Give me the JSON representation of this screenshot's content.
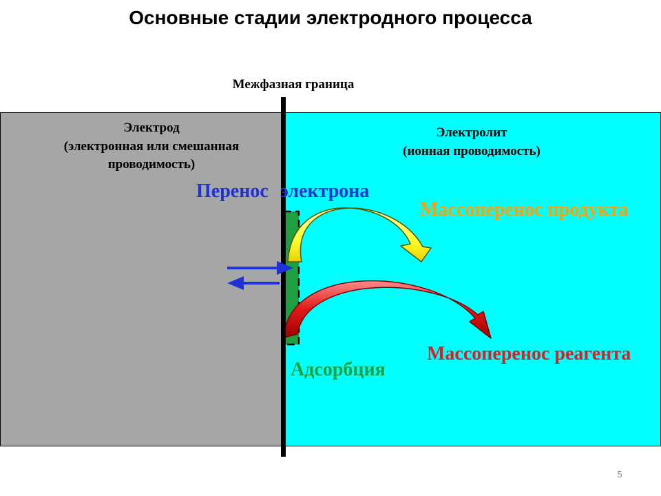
{
  "title": "Основные стадии электродного процесса",
  "interface_label": "Межфазная граница",
  "electrode": {
    "line1": "Электрод",
    "line2": "(электронная или смешанная",
    "line3": "проводимость)"
  },
  "electrolyte": {
    "line1": "Электролит",
    "line2": "(ионная проводимость)"
  },
  "stages": {
    "electron_transfer": "Перенос электрона",
    "product_mass_transfer": "Массоперенос продукта",
    "reagent_mass_transfer": "Массоперенос реагента",
    "adsorption": "Адсорбция"
  },
  "colors": {
    "electrode": "#a6a6a6",
    "electrolyte": "#00ffff",
    "electron_transfer": "#1f32d8",
    "product_arrow": "#ffff33",
    "product_text": "#ff9f00",
    "reagent_arrow": "#e01818",
    "reagent_text": "#dc2020",
    "adsorption": "#1fa040"
  },
  "page_number": "5"
}
